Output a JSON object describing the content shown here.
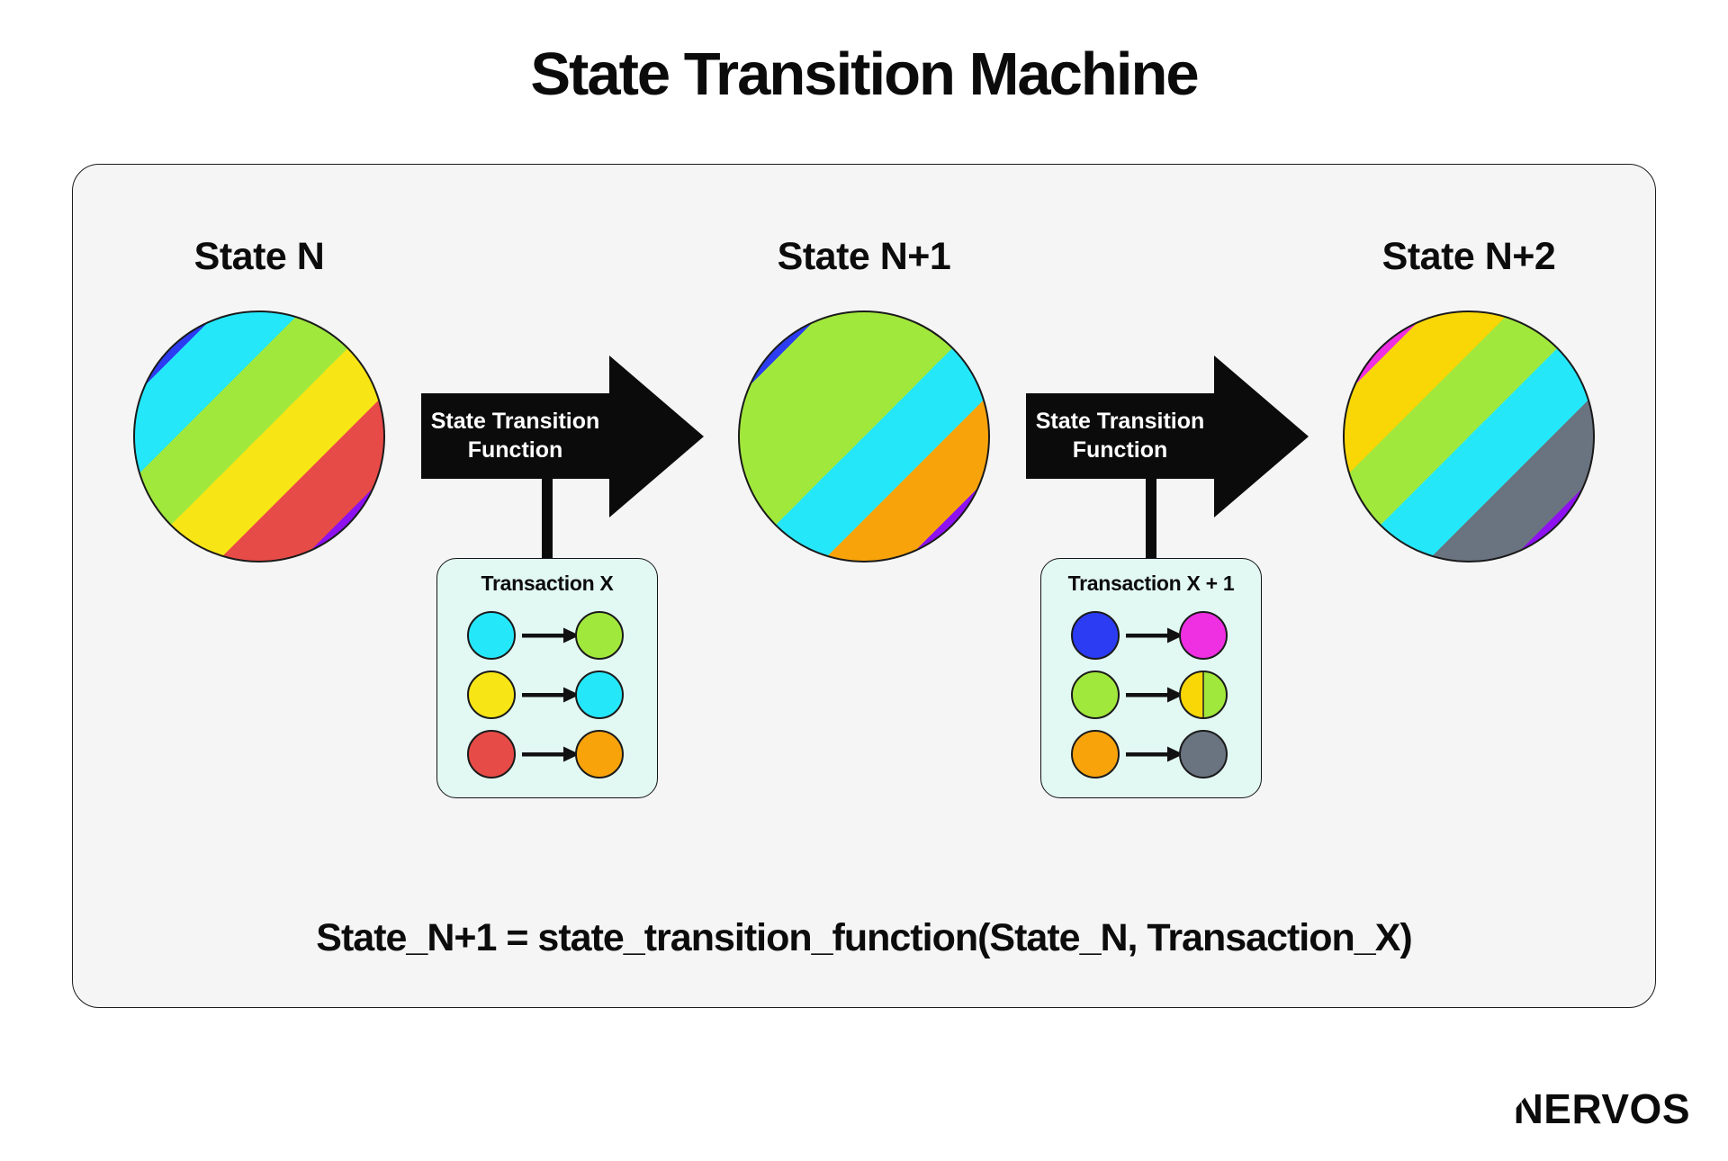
{
  "title": "State Transition Machine",
  "formula": "State_N+1 = state_transition_function(State_N, Transaction_X)",
  "brand": "NERVOS",
  "states": [
    {
      "label": "State N",
      "stripes": [
        [
          "#2b3cf2",
          1
        ],
        [
          "#25e7fa",
          1
        ],
        [
          "#a1e83c",
          1
        ],
        [
          "#f7e515",
          1
        ],
        [
          "#e74b47",
          1
        ],
        [
          "#8e11f0",
          1
        ]
      ]
    },
    {
      "label": "State N+1",
      "stripes": [
        [
          "#2b3cf2",
          1
        ],
        [
          "#a1e83c",
          2
        ],
        [
          "#25e7fa",
          1
        ],
        [
          "#f9a30b",
          1
        ],
        [
          "#8e11f0",
          1
        ]
      ]
    },
    {
      "label": "State N+2",
      "stripes": [
        [
          "#ef2fe2",
          1
        ],
        [
          "#f9d606",
          1
        ],
        [
          "#a1e83c",
          1
        ],
        [
          "#25e7fa",
          1
        ],
        [
          "#6a7380",
          1
        ],
        [
          "#8e11f0",
          1
        ]
      ]
    }
  ],
  "arrows": [
    {
      "label": "State Transition Function"
    },
    {
      "label": "State Transition Function"
    }
  ],
  "transactions": [
    {
      "title": "Transaction X",
      "mappings": [
        {
          "from": [
            "#25e7fa"
          ],
          "to": [
            "#a1e83c"
          ]
        },
        {
          "from": [
            "#f7e515"
          ],
          "to": [
            "#25e7fa"
          ]
        },
        {
          "from": [
            "#e74b47"
          ],
          "to": [
            "#f9a30b"
          ]
        }
      ]
    },
    {
      "title": "Transaction X + 1",
      "mappings": [
        {
          "from": [
            "#2b3cf2"
          ],
          "to": [
            "#ef2fe2"
          ]
        },
        {
          "from": [
            "#a1e83c"
          ],
          "to": [
            "#f9d606",
            "#a1e83c"
          ]
        },
        {
          "from": [
            "#f9a30b"
          ],
          "to": [
            "#6a7380"
          ]
        }
      ]
    }
  ]
}
